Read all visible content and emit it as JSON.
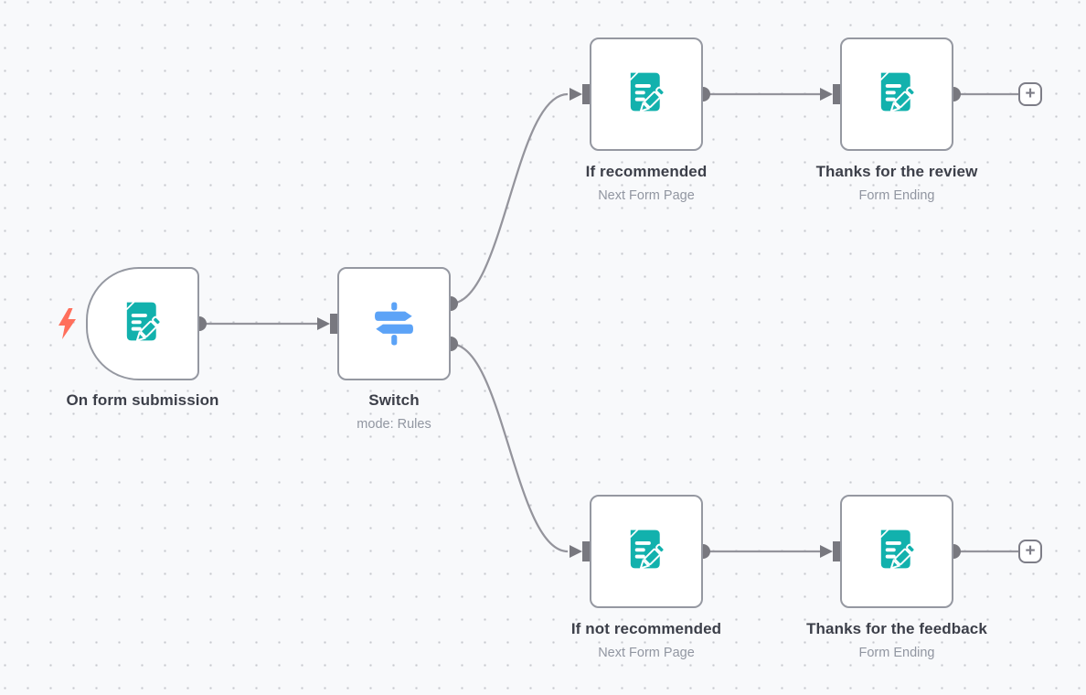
{
  "canvas": {
    "background": "#f8f9fb",
    "dot_color": "#c7c9ce"
  },
  "colors": {
    "form_icon_teal": "#12b1ad",
    "switch_icon_blue": "#5ca3f7",
    "trigger_bolt_coral": "#ff6f5c",
    "connector_line": "#94949c",
    "connector_endpoint": "#78787f",
    "node_border": "#9598a1",
    "title_text": "#3c3f49",
    "subtitle_text": "#9196a1"
  },
  "nodes": [
    {
      "id": "on-form-submission",
      "title": "On form submission",
      "subtitle": "",
      "type": "form-trigger",
      "icon": "form-icon"
    },
    {
      "id": "switch",
      "title": "Switch",
      "subtitle": "mode: Rules",
      "type": "switch",
      "icon": "signpost-icon"
    },
    {
      "id": "if-recommended",
      "title": "If recommended",
      "subtitle": "Next Form Page",
      "type": "form-page",
      "icon": "form-icon"
    },
    {
      "id": "thanks-for-the-review",
      "title": "Thanks for the review",
      "subtitle": "Form Ending",
      "type": "form-ending",
      "icon": "form-icon"
    },
    {
      "id": "if-not-recommended",
      "title": "If not recommended",
      "subtitle": "Next Form Page",
      "type": "form-page",
      "icon": "form-icon"
    },
    {
      "id": "thanks-for-the-feedback",
      "title": "Thanks for the feedback",
      "subtitle": "Form Ending",
      "type": "form-ending",
      "icon": "form-icon"
    }
  ],
  "ui": {
    "plus_label": "+"
  }
}
